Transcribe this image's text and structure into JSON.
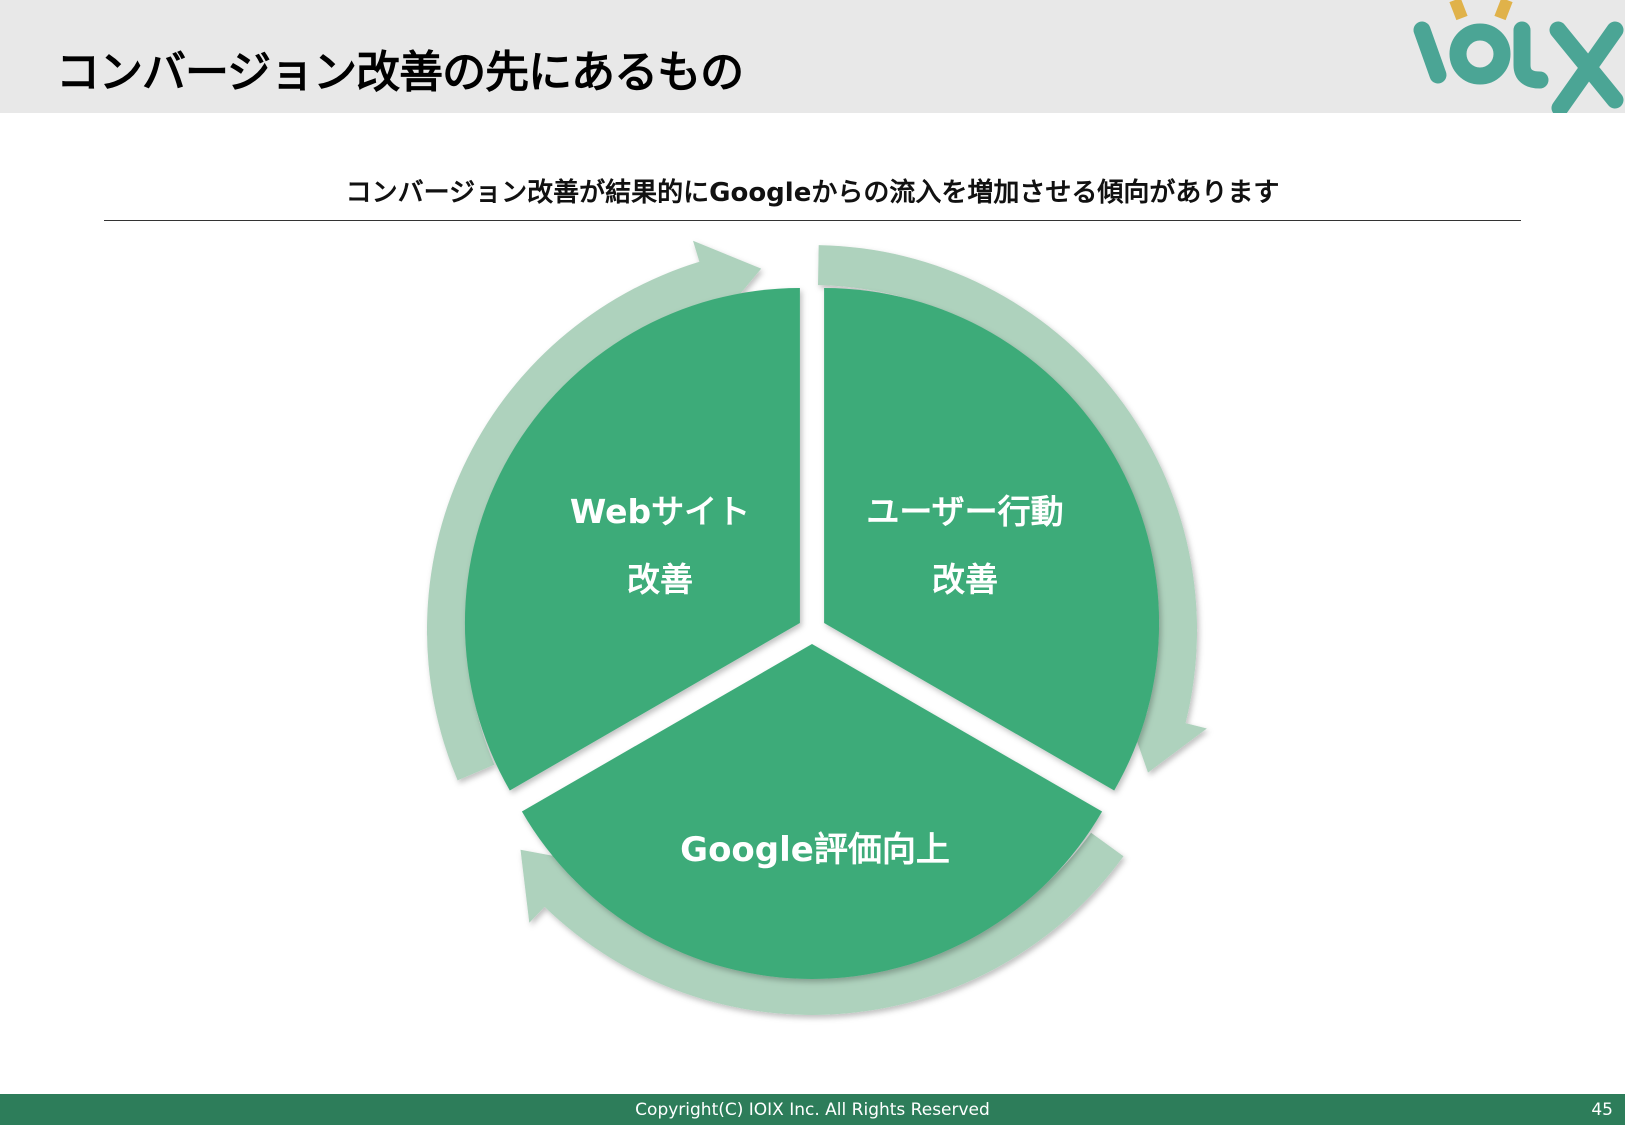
{
  "slide": {
    "title": "コンバージョン改善の先にあるもの",
    "subtitle": "コンバージョン改善が結果的にGoogleからの流入を増加させる傾向があります"
  },
  "logo": {
    "text": "IOIX",
    "colors": {
      "teal": "#4ba595",
      "gold": "#e0b24a"
    }
  },
  "cycle": {
    "segments": [
      {
        "label_line1": "Webサイト",
        "label_line2": "改善"
      },
      {
        "label_line1": "ユーザー行動",
        "label_line2": "改善"
      },
      {
        "label_line1": "Google評価向上"
      }
    ],
    "colors": {
      "segment": "#3dab79",
      "arrow": "#aed2bd"
    }
  },
  "footer": {
    "copyright": "Copyright(C) IOIX Inc. All Rights Reserved",
    "page_number": "45",
    "color": "#2d7d5a"
  }
}
